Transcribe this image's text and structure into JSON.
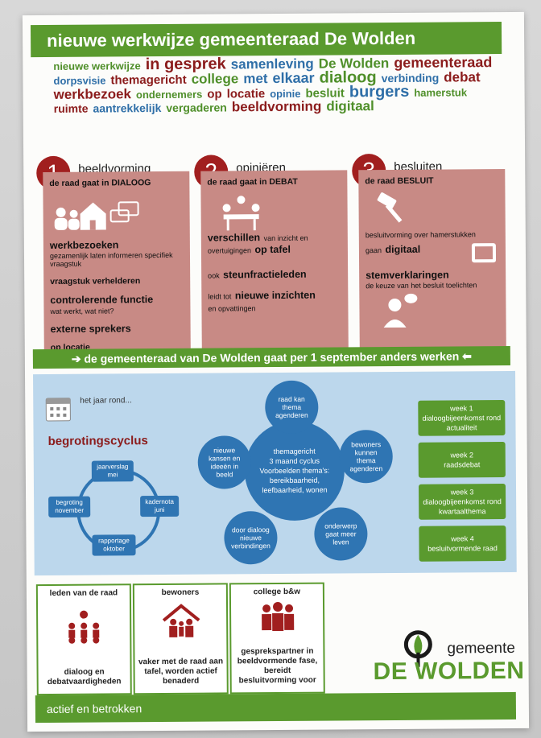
{
  "title": "nieuwe werkwijze gemeenteraad De Wolden",
  "cloud": [
    {
      "w": "nieuwe werkwijze",
      "c": "g",
      "s": 13
    },
    {
      "w": "in gesprek",
      "c": "r",
      "s": 20
    },
    {
      "w": "samenleving",
      "c": "b",
      "s": 17
    },
    {
      "w": "De Wolden",
      "c": "g",
      "s": 17
    },
    {
      "w": "gemeenteraad",
      "c": "r",
      "s": 18
    },
    {
      "w": "dorpsvisie",
      "c": "b",
      "s": 13
    },
    {
      "w": "themagericht",
      "c": "r",
      "s": 15
    },
    {
      "w": "college",
      "c": "g",
      "s": 17
    },
    {
      "w": "met",
      "c": "b",
      "s": 17
    },
    {
      "w": "elkaar",
      "c": "b",
      "s": 18
    },
    {
      "w": "dialoog",
      "c": "g",
      "s": 20
    },
    {
      "w": "verbinding",
      "c": "b",
      "s": 14
    },
    {
      "w": "debat",
      "c": "r",
      "s": 17
    },
    {
      "w": "werkbezoek",
      "c": "r",
      "s": 17
    },
    {
      "w": "ondernemers",
      "c": "g",
      "s": 13
    },
    {
      "w": "op",
      "c": "r",
      "s": 15
    },
    {
      "w": "locatie",
      "c": "r",
      "s": 15
    },
    {
      "w": "opinie",
      "c": "b",
      "s": 13
    },
    {
      "w": "besluit",
      "c": "g",
      "s": 15
    },
    {
      "w": "burgers",
      "c": "b",
      "s": 20
    },
    {
      "w": "hamerstuk",
      "c": "g",
      "s": 13
    },
    {
      "w": "ruimte",
      "c": "r",
      "s": 14
    },
    {
      "w": "aantrekkelijk",
      "c": "b",
      "s": 14
    },
    {
      "w": "vergaderen",
      "c": "g",
      "s": 14
    },
    {
      "w": "beeldvorming",
      "c": "r",
      "s": 17
    },
    {
      "w": "digitaal",
      "c": "g",
      "s": 17
    }
  ],
  "col1": {
    "num": "1",
    "title": "beeldvorming",
    "hdr": "de raad gaat in DIALOOG",
    "a": "werkbezoeken",
    "a_sub": "gezamenlijk laten informeren specifiek vraagstuk",
    "b": "vraagstuk verhelderen",
    "c": "controlerende functie",
    "c_sub": "wat werkt, wat niet?",
    "d": "externe sprekers",
    "e": "op locatie"
  },
  "col2": {
    "num": "2",
    "title": "opiniëren",
    "hdr": "de raad gaat in DEBAT",
    "a": "verschillen",
    "a_sub1": "van inzicht en",
    "a_sub2": "overtuigingen",
    "a_big2": "op tafel",
    "b_pre": "ook",
    "b": "steunfractieleden",
    "c_pre": "leidt tot",
    "c": "nieuwe inzichten",
    "c_sub": "en opvattingen"
  },
  "col3": {
    "num": "3",
    "title": "besluiten",
    "hdr": "de raad BESLUIT",
    "a_sub": "besluitvorming over hamerstukken",
    "a_pre": "gaan",
    "a": "digitaal",
    "b": "stemverklaringen",
    "b_sub": "de keuze van het besluit toelichten"
  },
  "banner": "➔ de gemeenteraad van De Wolden gaat per 1 september anders werken ⬅",
  "jaar": "het jaar rond...",
  "begroting": {
    "title": "begrotingscyclus",
    "items": [
      "jaarverslag mei",
      "kadernota juni",
      "rapportage oktober",
      "begroting november"
    ]
  },
  "center": {
    "l1": "themagericht",
    "l2": "3 maand cyclus",
    "l3": "Voorbeelden thema's: bereikbaarheid, leefbaarheid, wonen"
  },
  "satellites": [
    "raad kan thema agenderen",
    "bewoners kunnen thema agenderen",
    "onderwerp gaat meer leven",
    "door dialoog nieuwe verbindingen",
    "nieuwe kansen en ideeën in beeld"
  ],
  "weeks": [
    {
      "w": "week 1",
      "d": "dialoogbijeenkomst rond actualiteit"
    },
    {
      "w": "week 2",
      "d": "raadsdebat"
    },
    {
      "w": "week 3",
      "d": "dialoogbijeenkomst rond kwartaalthema"
    },
    {
      "w": "week 4",
      "d": "besluitvormende raad"
    }
  ],
  "cards": [
    {
      "t": "leden van de raad",
      "b": "dialoog en debatvaardigheden"
    },
    {
      "t": "bewoners",
      "b": "vaker met de raad aan tafel, worden actief benaderd"
    },
    {
      "t": "college b&w",
      "b": "gesprekspartner in beeldvormende fase, bereidt besluitvorming voor"
    }
  ],
  "logo": {
    "small": "gemeente",
    "big": "DE WOLDEN"
  },
  "footer": "actief en betrokken",
  "colors": {
    "green": "#5a9a2e",
    "red": "#a11f1f",
    "blue": "#2f75b3",
    "pink": "#c88a85"
  }
}
